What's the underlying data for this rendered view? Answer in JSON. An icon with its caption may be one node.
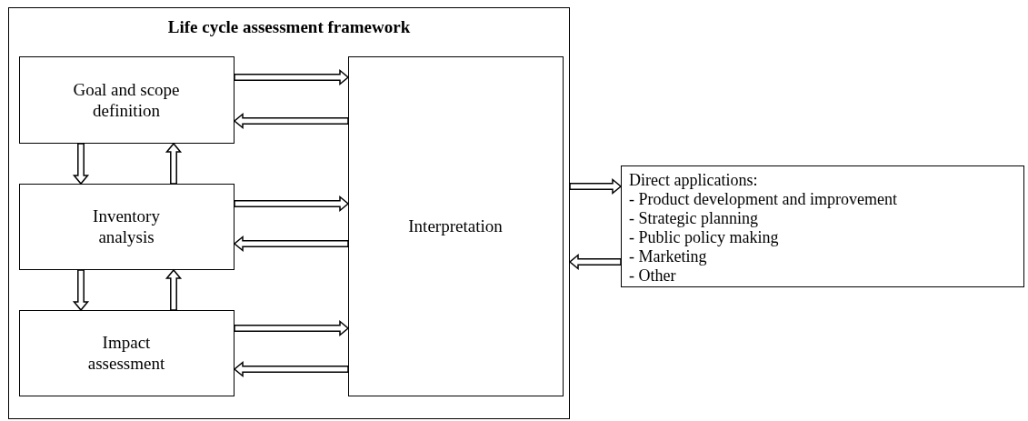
{
  "diagram": {
    "nodes": [
      {
        "text": [
          "Life cycle assessment framework"
        ]
      },
      {
        "text": [
          "Goal and scope definition"
        ],
        "in": 0
      },
      {
        "text": [
          "Inventory analysis"
        ],
        "in": 0
      },
      {
        "text": [
          "Impact assessment"
        ],
        "in": 0
      },
      {
        "text": [
          "Interpretation"
        ],
        "in": 0
      },
      {
        "text": [
          "Direct applications:",
          "- Product development and improvement",
          "- Strategic planning",
          "- Public policy making",
          "- Marketing",
          "- Other"
        ]
      }
    ],
    "edges": [
      {
        "from": 1,
        "to": 4,
        "arrow": "to"
      },
      {
        "from": 4,
        "to": 1,
        "arrow": "to"
      },
      {
        "from": 2,
        "to": 4,
        "arrow": "to"
      },
      {
        "from": 4,
        "to": 2,
        "arrow": "to"
      },
      {
        "from": 3,
        "to": 4,
        "arrow": "to"
      },
      {
        "from": 4,
        "to": 3,
        "arrow": "to"
      },
      {
        "from": 1,
        "to": 2,
        "arrow": "to"
      },
      {
        "from": 2,
        "to": 1,
        "arrow": "to"
      },
      {
        "from": 2,
        "to": 3,
        "arrow": "to"
      },
      {
        "from": 3,
        "to": 2,
        "arrow": "to"
      },
      {
        "from": 0,
        "to": 5,
        "arrow": "to"
      },
      {
        "from": 5,
        "to": 0,
        "arrow": "to"
      }
    ]
  }
}
